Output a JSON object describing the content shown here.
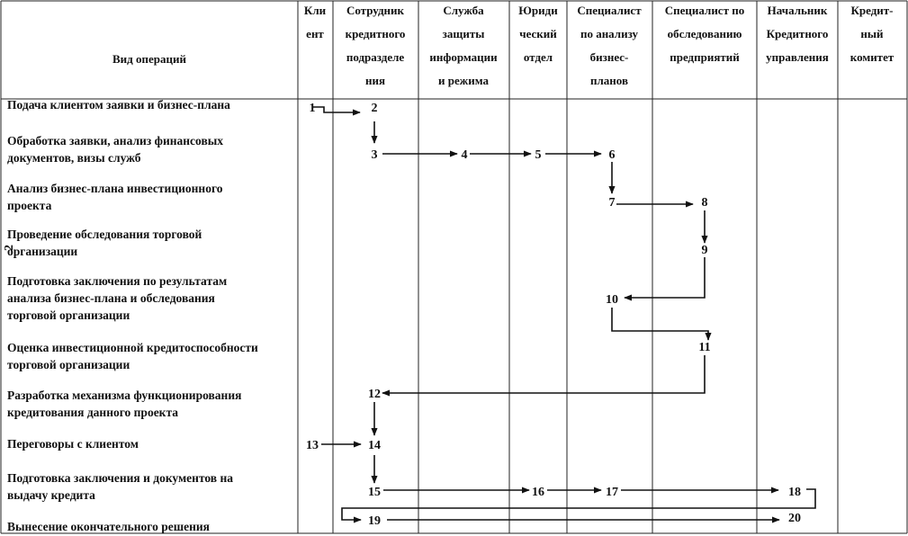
{
  "header": {
    "operation_column": "Вид операций",
    "columns": [
      [
        "Кли",
        "ент"
      ],
      [
        "Сотрудник",
        "кредитного",
        "подразделе",
        "ния"
      ],
      [
        "Служба",
        "защиты",
        "информации",
        "и режима"
      ],
      [
        "Юриди",
        "ческий",
        "отдел"
      ],
      [
        "Специалист",
        "по анализу",
        "бизнес-",
        "планов"
      ],
      [
        "Специалист по",
        "обследованию",
        "предприятий"
      ],
      [
        "Начальник",
        "Кредитного",
        "управления"
      ],
      [
        "Кредит-",
        "ный",
        "комитет"
      ]
    ]
  },
  "operations": [
    [
      "Подача клиентом заявки и бизнес-плана"
    ],
    [
      "Обработка заявки, анализ финансовых",
      "документов, визы служб"
    ],
    [
      "Анализ бизнес-плана инвестиционного",
      "проекта"
    ],
    [
      "Проведение обследования торговой",
      "организации"
    ],
    [
      "Подготовка заключения по результатам",
      "анализа бизнес-плана и обследования",
      "торговой организации"
    ],
    [
      "Оценка инвестиционной кредитоспособности",
      "торговой организации"
    ],
    [
      "Разработка механизма функционирования",
      "кредитования данного проекта"
    ],
    [
      "Переговоры с клиентом"
    ],
    [
      "Подготовка заключения и документов на",
      "выдачу кредита"
    ],
    [
      "Вынесение окончательного решения"
    ]
  ],
  "steps": [
    "1",
    "2",
    "3",
    "4",
    "5",
    "6",
    "7",
    "8",
    "9",
    "10",
    "11",
    "12",
    "13",
    "14",
    "15",
    "16",
    "17",
    "18",
    "19",
    "20"
  ],
  "stray_mark": "2"
}
